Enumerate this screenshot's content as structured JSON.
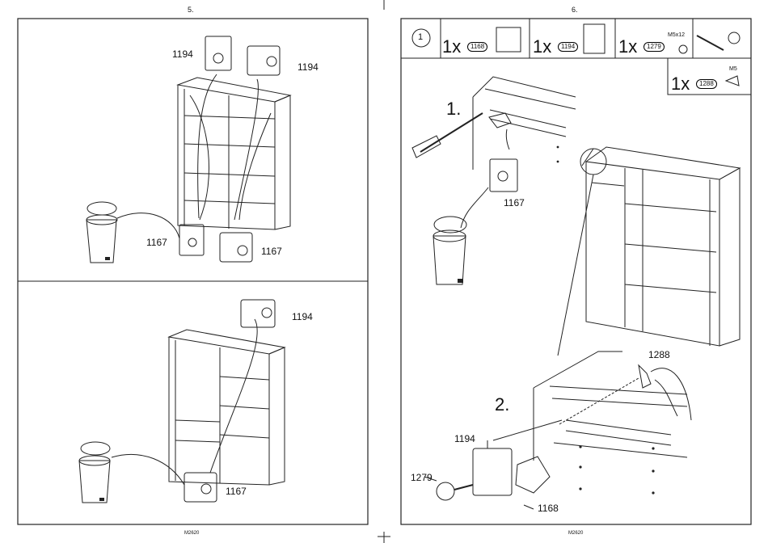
{
  "left_page": {
    "page_number": "5.",
    "footer_code": "M2620",
    "top_panel": {
      "labels": [
        "1194",
        "1194",
        "1167",
        "1167"
      ]
    },
    "bottom_panel": {
      "labels": [
        "1194",
        "1167"
      ]
    }
  },
  "right_page": {
    "page_number": "6.",
    "footer_code": "M2620",
    "header": {
      "step_circle": "1",
      "parts": [
        {
          "qty": "1x",
          "code": "1168"
        },
        {
          "qty": "1x",
          "code": "1194"
        },
        {
          "qty": "1x",
          "code": "1279",
          "note": "M5x12"
        }
      ],
      "extra_part": {
        "qty": "1x",
        "code": "1288",
        "note": "M5"
      }
    },
    "steps": {
      "step1": "1.",
      "step2": "2."
    },
    "labels": {
      "l1167": "1167",
      "l1288": "1288",
      "l1194": "1194",
      "l1279": "1279",
      "l1168": "1168"
    }
  }
}
